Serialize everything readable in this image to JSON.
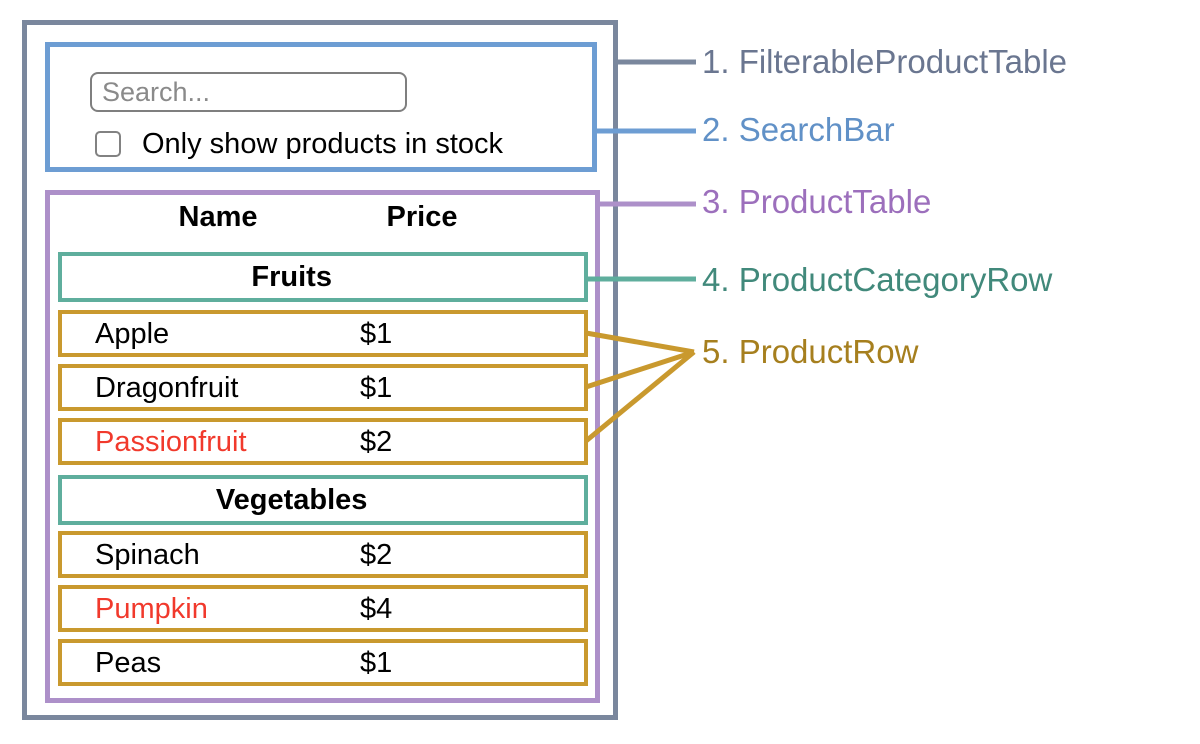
{
  "colors": {
    "filterable_product_table": "#7A879D",
    "search_bar": "#6D9DD3",
    "product_table": "#AD90C9",
    "product_category_row": "#5FAE9D",
    "product_row": "#C9992E",
    "label_filterable": "#6A7690",
    "label_searchbar": "#6191C7",
    "label_producttable": "#9C6FBC",
    "label_categoryrow": "#41897B",
    "label_productrow": "#A67F1E",
    "out_of_stock_text": "#F1392C",
    "input_border": "#7F7F7F",
    "placeholder": "#8A8A8A"
  },
  "search_bar": {
    "input_placeholder": "Search...",
    "checkbox_label": "Only show products in stock",
    "checkbox_checked": false
  },
  "product_table": {
    "columns": [
      "Name",
      "Price"
    ],
    "sections": [
      {
        "category": "Fruits",
        "products": [
          {
            "name": "Apple",
            "price": "$1",
            "stocked": true
          },
          {
            "name": "Dragonfruit",
            "price": "$1",
            "stocked": true
          },
          {
            "name": "Passionfruit",
            "price": "$2",
            "stocked": false
          }
        ]
      },
      {
        "category": "Vegetables",
        "products": [
          {
            "name": "Spinach",
            "price": "$2",
            "stocked": true
          },
          {
            "name": "Pumpkin",
            "price": "$4",
            "stocked": false
          },
          {
            "name": "Peas",
            "price": "$1",
            "stocked": true
          }
        ]
      }
    ]
  },
  "annotations": {
    "items": [
      {
        "label": "1. FilterableProductTable"
      },
      {
        "label": "2. SearchBar"
      },
      {
        "label": "3. ProductTable"
      },
      {
        "label": "4. ProductCategoryRow"
      },
      {
        "label": "5. ProductRow"
      }
    ]
  }
}
